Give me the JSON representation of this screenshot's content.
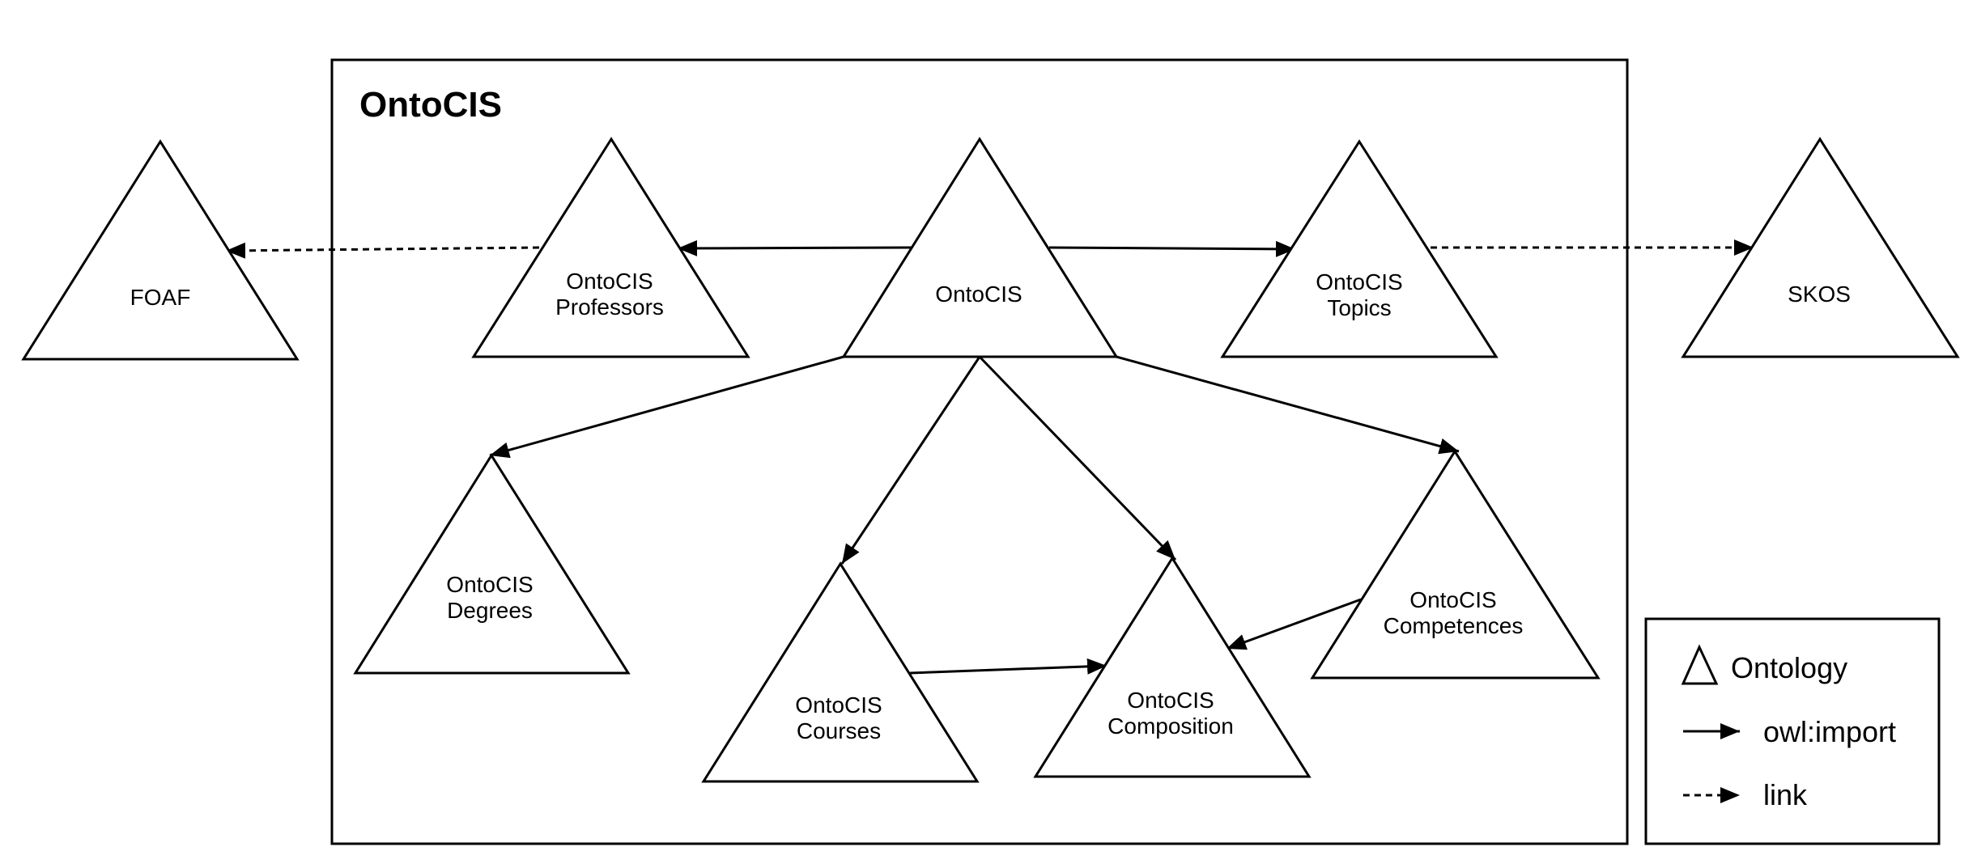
{
  "diagram": {
    "container_title": "OntoCIS",
    "nodes": [
      {
        "id": "foaf",
        "lines": [
          "FOAF"
        ]
      },
      {
        "id": "professors",
        "lines": [
          "OntoCIS",
          "Professors"
        ]
      },
      {
        "id": "core",
        "lines": [
          "OntoCIS"
        ]
      },
      {
        "id": "topics",
        "lines": [
          "OntoCIS",
          "Topics"
        ]
      },
      {
        "id": "skos",
        "lines": [
          "SKOS"
        ]
      },
      {
        "id": "degrees",
        "lines": [
          "OntoCIS",
          "Degrees"
        ]
      },
      {
        "id": "courses",
        "lines": [
          "OntoCIS",
          "Courses"
        ]
      },
      {
        "id": "composition",
        "lines": [
          "OntoCIS",
          "Composition"
        ]
      },
      {
        "id": "competences",
        "lines": [
          "OntoCIS",
          "Competences"
        ]
      }
    ],
    "edges": [
      {
        "from": "core",
        "to": "professors",
        "type": "owl:import"
      },
      {
        "from": "core",
        "to": "topics",
        "type": "owl:import"
      },
      {
        "from": "core",
        "to": "degrees",
        "type": "owl:import"
      },
      {
        "from": "core",
        "to": "courses",
        "type": "owl:import"
      },
      {
        "from": "core",
        "to": "composition",
        "type": "owl:import"
      },
      {
        "from": "core",
        "to": "competences",
        "type": "owl:import"
      },
      {
        "from": "courses",
        "to": "composition",
        "type": "owl:import"
      },
      {
        "from": "competences",
        "to": "composition",
        "type": "owl:import"
      },
      {
        "from": "professors",
        "to": "foaf",
        "type": "link"
      },
      {
        "from": "topics",
        "to": "skos",
        "type": "link"
      }
    ]
  },
  "legend": {
    "ontology": "Ontology",
    "import": "owl:import",
    "link": "link"
  }
}
